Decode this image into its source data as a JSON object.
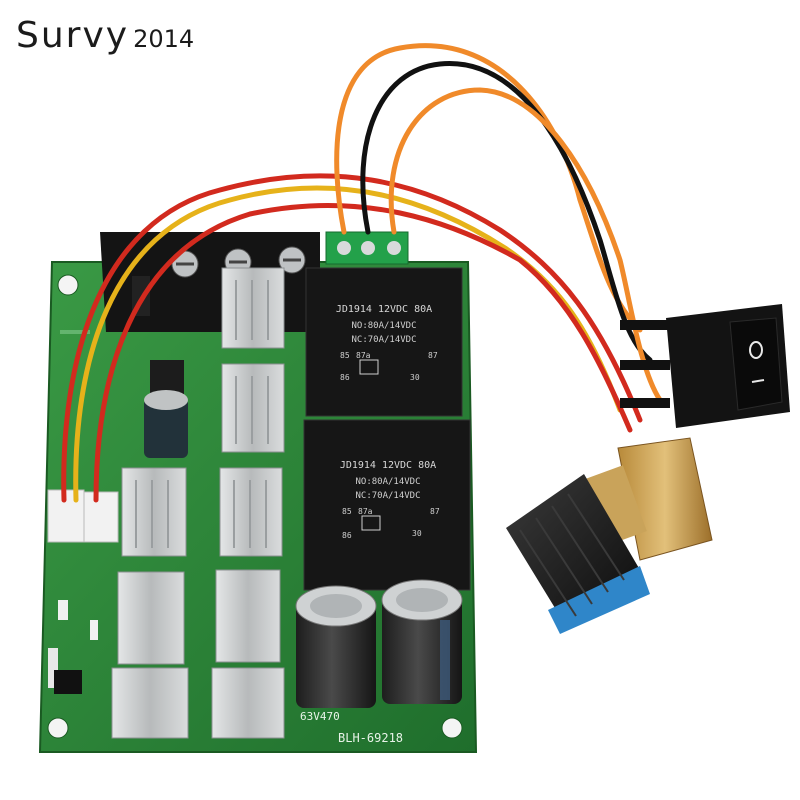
{
  "watermark": {
    "brand": "Survy",
    "year": "2014"
  },
  "relays": [
    {
      "model": "JD1914 12VDC 80A",
      "rating_no": "NO:80A/14VDC",
      "rating_nc": "NC:70A/14VDC",
      "pins": [
        "85",
        "87a",
        "86",
        "30",
        "87"
      ]
    },
    {
      "model": "JD1914 12VDC 80A",
      "rating_no": "NO:80A/14VDC",
      "rating_nc": "NC:70A/14VDC",
      "pins": [
        "85",
        "87a",
        "86",
        "30",
        "87"
      ]
    }
  ],
  "board": {
    "capacitor_label": "63V470",
    "model": "BLH-69218"
  },
  "colors": {
    "pcb": "#2f8a3a",
    "relay": "#1a1a1a",
    "heatsink": "#c9cbcc",
    "wire_red": "#d22a1e",
    "wire_orange": "#f08a2a",
    "wire_yellow": "#e6b21a",
    "wire_black": "#111111"
  }
}
